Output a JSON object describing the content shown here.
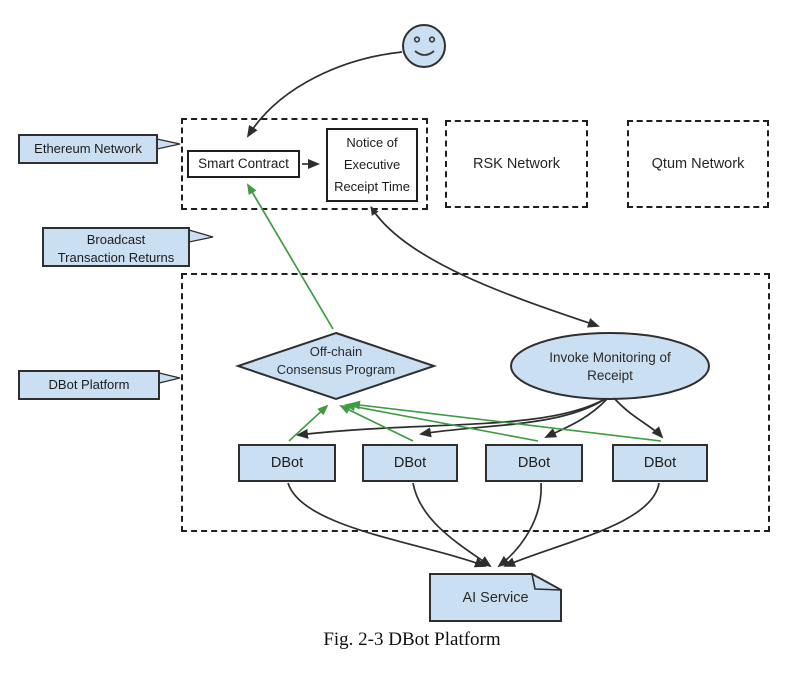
{
  "figure": {
    "caption": "Fig. 2-3 DBot Platform"
  },
  "colors": {
    "node_fill": "#cbdff2",
    "outline": "#2f2f2f",
    "dashed_border": "#1f1f1f",
    "green_arrow": "#3f9c42",
    "black_arrow": "#2e2e2e"
  },
  "icons": {
    "user": "smiley-face-icon"
  },
  "callouts": {
    "ethereum": {
      "label": "Ethereum Network"
    },
    "broadcast": {
      "lines": [
        "Broadcast",
        "Transaction Returns"
      ]
    },
    "dbot_platform": {
      "label": "DBot Platform"
    }
  },
  "nodes": {
    "smart_contract": {
      "label": "Smart Contract"
    },
    "notice": {
      "lines": [
        "Notice of",
        "Executive",
        "Receipt Time"
      ]
    },
    "rsk": {
      "label": "RSK Network"
    },
    "qtum": {
      "label": "Qtum Network"
    },
    "offchain": {
      "lines": [
        "Off-chain",
        "Consensus Program"
      ]
    },
    "invoke": {
      "lines": [
        "Invoke Monitoring of",
        "Receipt"
      ]
    },
    "dbots": [
      "DBot",
      "DBot",
      "DBot",
      "DBot"
    ],
    "ai_service": {
      "label": "AI Service"
    }
  }
}
